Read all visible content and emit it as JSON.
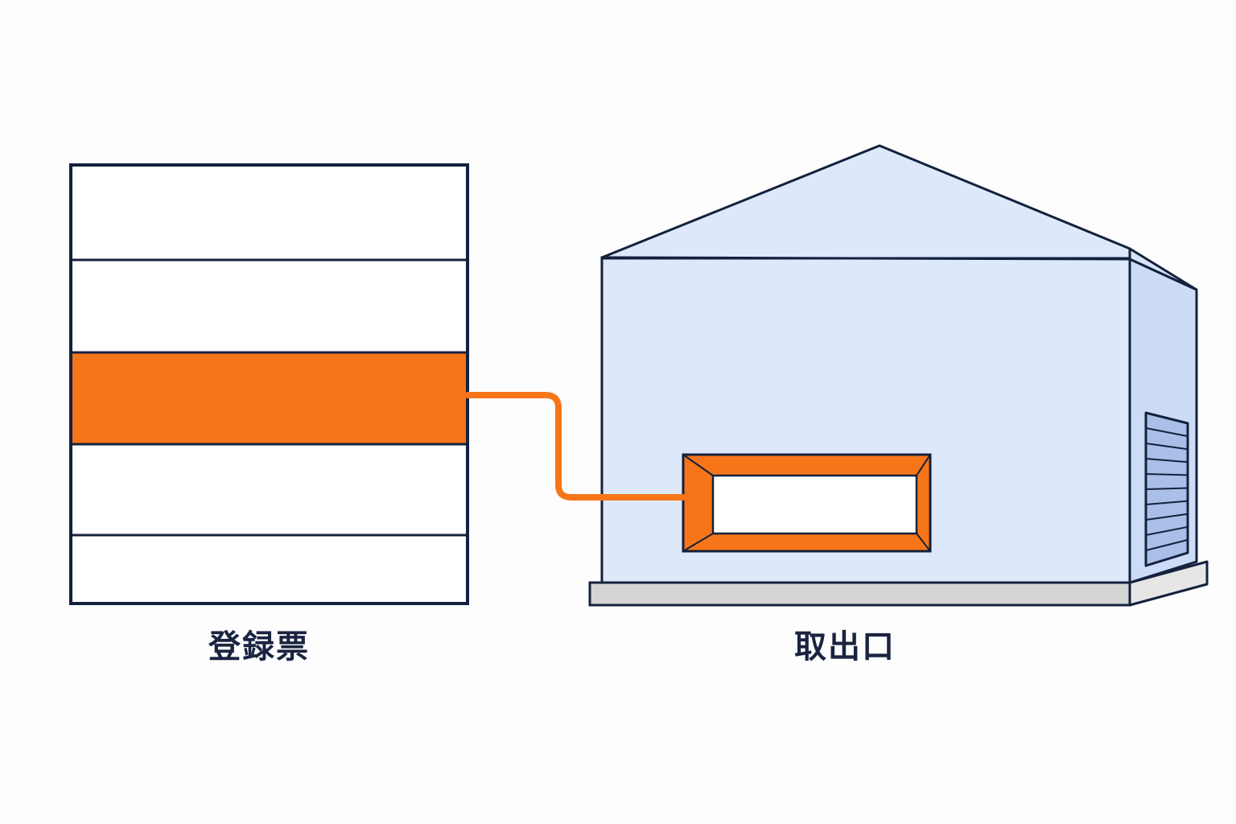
{
  "labels": {
    "register": "登録票",
    "exit": "取出口"
  },
  "colors": {
    "outline": "#14213d",
    "accent": "#f77519",
    "building_fill": "#dde9fb",
    "building_side": "#cddcf6",
    "door_fill": "#a9bfe8",
    "base_fill": "#d4d4d4",
    "background": "#fdfdfd"
  },
  "form": {
    "row_count": 5,
    "highlighted_row": 3
  },
  "building": {
    "shutter_slats": 10
  }
}
